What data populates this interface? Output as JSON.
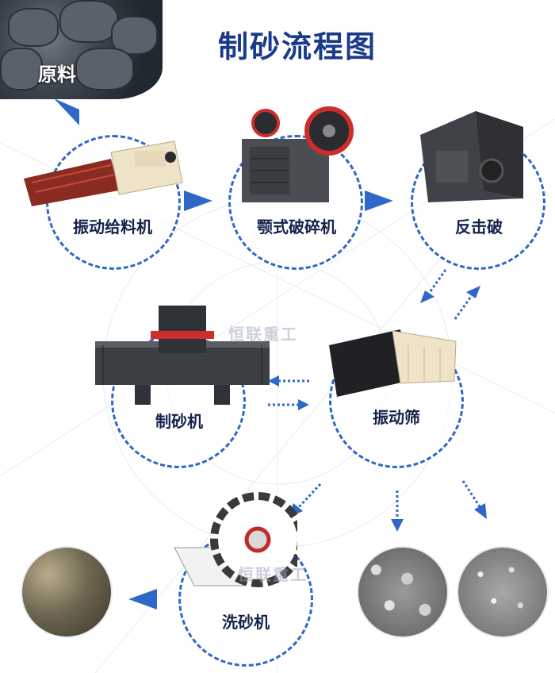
{
  "title": "制砂流程图",
  "raw_material": "原料",
  "nodes": {
    "feeder": "振动给料机",
    "jaw_crusher": "颚式破碎机",
    "impact_crusher": "反击破",
    "sand_maker": "制砂机",
    "vibrating_screen": "振动筛",
    "sand_washer": "洗砂机"
  },
  "watermark": "恒联重工",
  "colors": {
    "title": "#1a3a8c",
    "ring": "#2f68c8",
    "arrow": "#2f68c8"
  }
}
